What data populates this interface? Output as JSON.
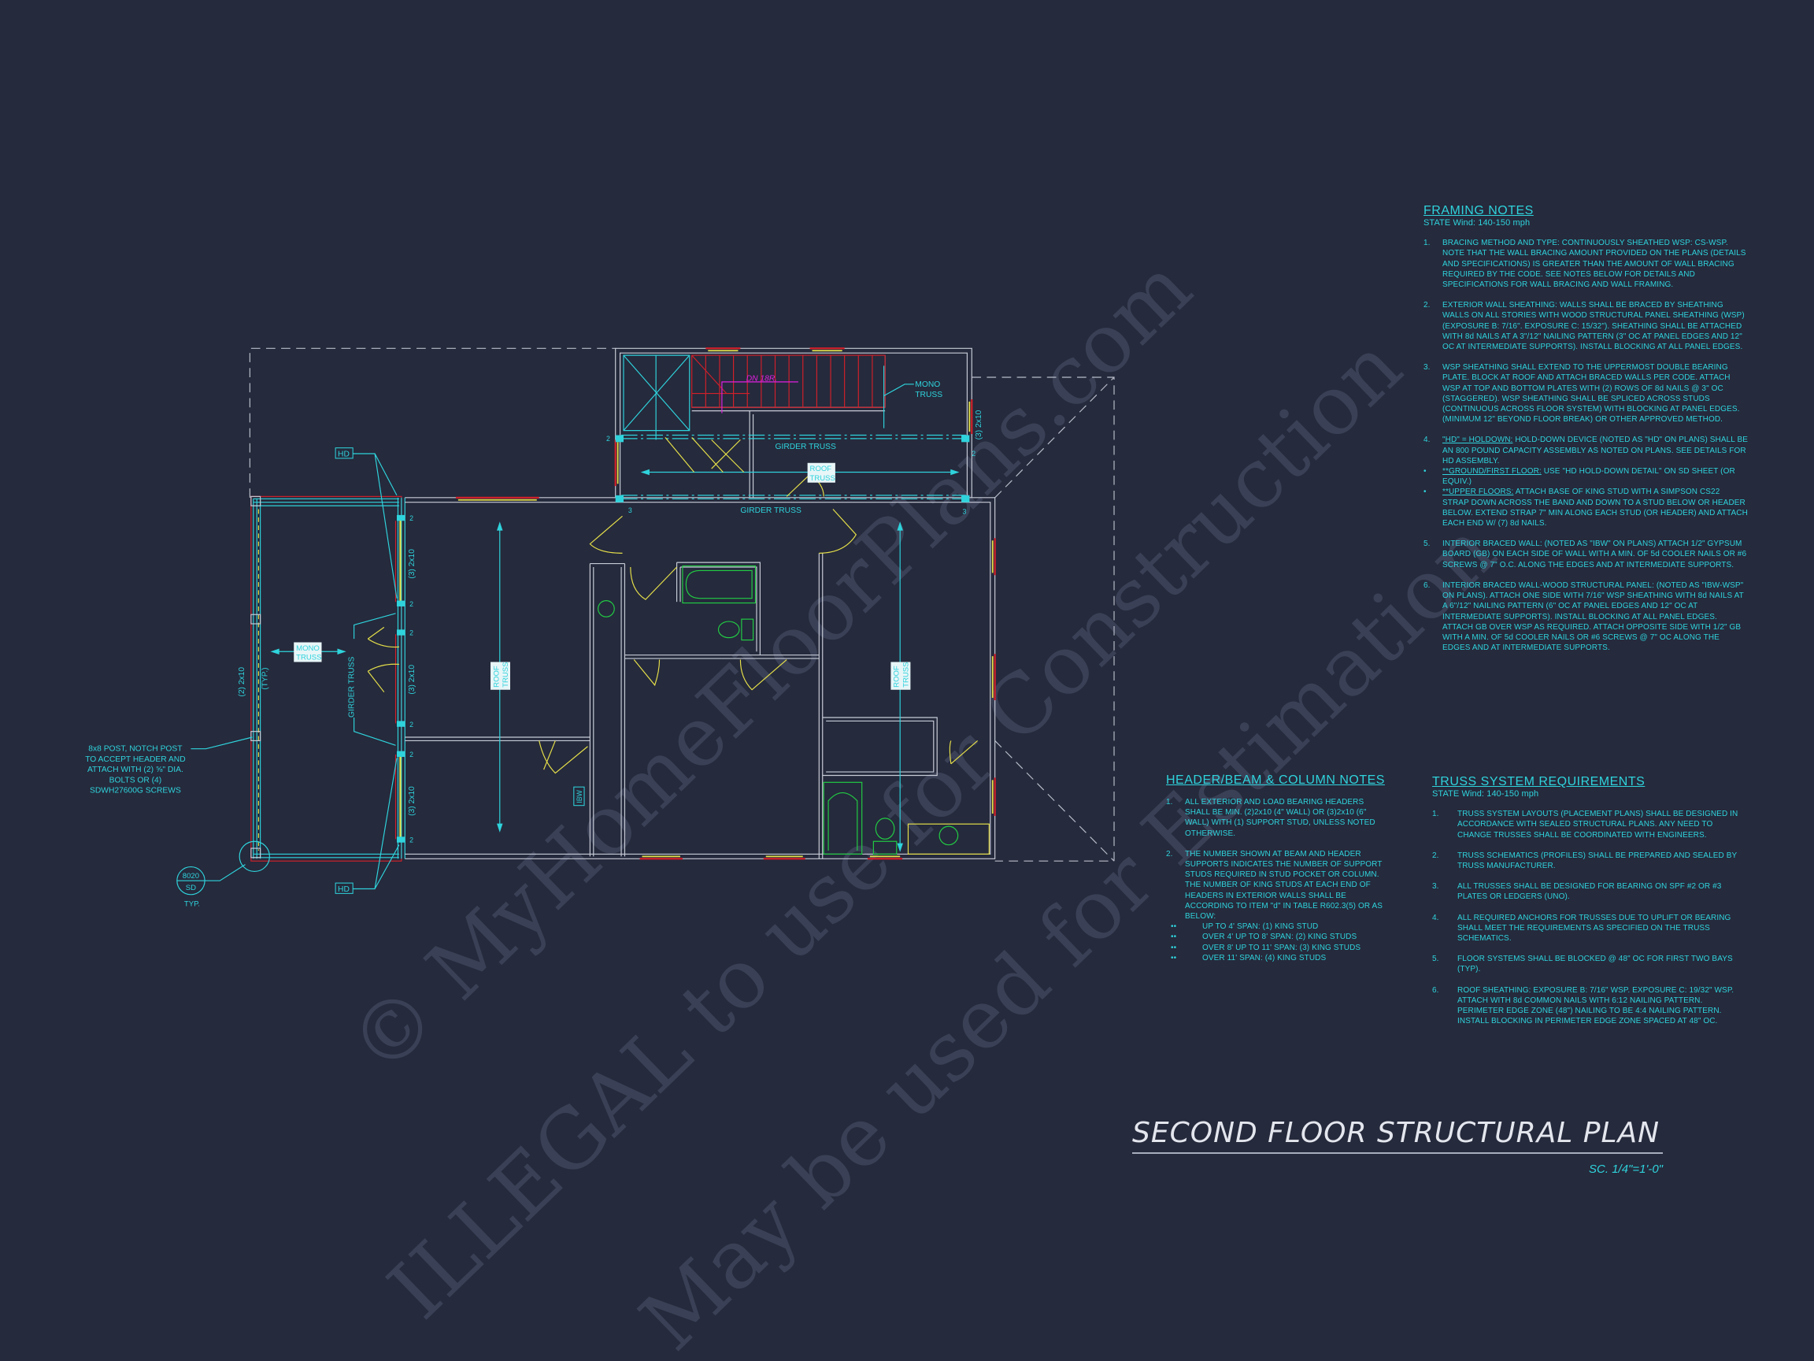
{
  "watermark": {
    "line1": "© MyHomeFloorPlans.com",
    "line2": "ILLEGAL to use for Construction",
    "line3": "May be used for Estimation"
  },
  "colors": {
    "background": "#252a3c",
    "annotation": "#2fd3dc",
    "walls": "#c8ccd8",
    "windows_red": "#d0202a",
    "openings_yellow": "#e6e04a",
    "fixtures_green": "#22cc44",
    "stair_note_magenta": "#e020e0"
  },
  "plan": {
    "hd": "HD",
    "three_2x10": "(3) 2x10",
    "two_2x10": "(2) 2x10",
    "typ_paren": "(TYP.)",
    "mono_truss_1": "MONO",
    "mono_truss_2": "TRUSS",
    "girder_truss": "GIRDER TRUSS",
    "roof_1": "ROOF",
    "roof_2": "TRUSS",
    "stair_note": "DN 18R.",
    "ibw": "IBW",
    "stud_2": "2",
    "stud_3": "3",
    "post_note": [
      "8x8 POST, NOTCH POST",
      "TO ACCEPT HEADER AND",
      "ATTACH WITH (2) ⅝\" DIA.",
      "BOLTS OR (4)",
      "SDWH27600G SCREWS"
    ],
    "detail_callout_top": "8020",
    "detail_callout_bottom": "SD",
    "typ": "TYP."
  },
  "framing_notes": {
    "heading": "FRAMING NOTES",
    "subheading": "STATE Wind: 140-150 mph",
    "items": [
      {
        "num": "1.",
        "lead": "",
        "text": "BRACING METHOD AND TYPE: CONTINUOUSLY SHEATHED WSP: CS-WSP. NOTE THAT THE WALL BRACING AMOUNT PROVIDED ON THE PLANS (DETAILS AND SPECIFICATIONS) IS GREATER THAN THE AMOUNT OF WALL BRACING REQUIRED BY THE CODE. SEE NOTES BELOW FOR DETAILS AND SPECIFICATIONS FOR WALL BRACING AND WALL FRAMING."
      },
      {
        "num": "2.",
        "lead": "",
        "text": "EXTERIOR WALL SHEATHING: WALLS SHALL BE BRACED BY SHEATHING WALLS ON ALL STORIES WITH WOOD STRUCTURAL PANEL SHEATHING (WSP) (EXPOSURE B: 7/16\". EXPOSURE C: 15/32\"). SHEATHING SHALL BE ATTACHED WITH 8d NAILS AT A 3\"/12\" NAILING PATTERN (3\" OC AT PANEL EDGES AND 12\" OC AT INTERMEDIATE SUPPORTS). INSTALL BLOCKING AT ALL PANEL EDGES."
      },
      {
        "num": "3.",
        "lead": "",
        "text": "WSP SHEATHING SHALL EXTEND TO THE UPPERMOST DOUBLE BEARING PLATE. BLOCK AT ROOF AND ATTACH BRACED WALLS PER CODE. ATTACH WSP AT TOP AND BOTTOM PLATES WITH (2) ROWS OF 8d NAILS @ 3\" OC (STAGGERED). WSP SHEATHING SHALL BE SPLICED ACROSS STUDS (CONTINUOUS ACROSS FLOOR SYSTEM) WITH BLOCKING AT PANEL EDGES. (MINIMUM 12\" BEYOND FLOOR BREAK) OR OTHER APPROVED METHOD."
      },
      {
        "num": "4.",
        "lead": "\"HD\" = HOLDOWN:",
        "text": " HOLD-DOWN DEVICE (NOTED AS \"HD\" ON PLANS) SHALL BE AN 800 POUND CAPACITY ASSEMBLY AS NOTED ON PLANS. SEE DETAILS FOR HD ASSEMBLY.",
        "tight": true
      },
      {
        "num": "•",
        "lead": "**GROUND/FIRST FLOOR:",
        "text": "  USE \"HD HOLD-DOWN DETAIL\" ON SD SHEET (OR EQUIV.)",
        "tight": true
      },
      {
        "num": "•",
        "lead": "**UPPER FLOORS:",
        "text": " ATTACH BASE OF KING STUD WITH A SIMPSON CS22 STRAP DOWN ACROSS THE BAND AND DOWN TO A STUD BELOW OR HEADER BELOW. EXTEND STRAP 7\" MIN ALONG EACH STUD (OR HEADER) AND ATTACH EACH END W/ (7) 8d NAILS."
      },
      {
        "num": "5.",
        "lead": "",
        "text": "INTERIOR BRACED WALL: (NOTED AS \"IBW\" ON PLANS) ATTACH 1/2\" GYPSUM BOARD (GB) ON EACH SIDE OF WALL WITH A MIN. OF 5d COOLER NAILS OR #6 SCREWS @ 7\" O.C. ALONG THE EDGES AND AT INTERMEDIATE SUPPORTS."
      },
      {
        "num": "6.",
        "lead": "",
        "text": "INTERIOR BRACED WALL-WOOD STRUCTURAL PANEL: (NOTED AS \"IBW-WSP\" ON PLANS). ATTACH ONE SIDE WITH 7/16\" WSP SHEATHING WITH 8d NAILS AT A 6\"/12\" NAILING PATTERN (6\" OC AT PANEL EDGES AND 12\" OC AT INTERMEDIATE SUPPORTS). INSTALL BLOCKING AT ALL PANEL EDGES. ATTACH GB OVER WSP AS REQUIRED. ATTACH OPPOSITE SIDE WITH 1/2\" GB WITH A MIN. OF 5d COOLER NAILS OR #6 SCREWS @ 7\" OC ALONG THE EDGES AND AT INTERMEDIATE SUPPORTS."
      }
    ]
  },
  "header_notes": {
    "heading": "HEADER/BEAM & COLUMN NOTES",
    "items": [
      {
        "num": "1.",
        "text": "ALL EXTERIOR AND LOAD BEARING HEADERS SHALL BE MIN. (2)2x10 (4\" WALL) OR (3)2x10 (6\" WALL) WITH (1) SUPPORT STUD, UNLESS NOTED OTHERWISE."
      },
      {
        "num": "2.",
        "text": "THE NUMBER SHOWN AT BEAM AND HEADER SUPPORTS INDICATES THE NUMBER OF SUPPORT STUDS REQUIRED IN STUD POCKET OR COLUMN. THE NUMBER OF KING STUDS AT EACH END OF HEADERS IN EXTERIOR WALLS SHALL BE ACCORDING TO ITEM \"d\" IN TABLE R602.3(5) OR AS BELOW:"
      }
    ],
    "bullets": [
      "UP TO 4' SPAN: (1) KING STUD",
      "OVER 4' UP TO 8' SPAN: (2) KING STUDS",
      "OVER 8' UP TO 11' SPAN: (3) KING STUDS",
      "OVER 11' SPAN: (4) KING STUDS"
    ],
    "bullet_mark": "••"
  },
  "truss_notes": {
    "heading": "TRUSS SYSTEM REQUIREMENTS",
    "subheading": "STATE Wind: 140-150 mph",
    "items": [
      {
        "num": "1.",
        "text": "TRUSS SYSTEM LAYOUTS (PLACEMENT PLANS) SHALL BE DESIGNED IN ACCORDANCE WITH SEALED STRUCTURAL PLANS. ANY NEED TO CHANGE TRUSSES SHALL BE COORDINATED WITH ENGINEERS."
      },
      {
        "num": "2.",
        "text": "TRUSS SCHEMATICS (PROFILES) SHALL BE PREPARED AND SEALED BY TRUSS MANUFACTURER."
      },
      {
        "num": "3.",
        "text": "ALL TRUSSES SHALL BE DESIGNED FOR BEARING ON SPF #2 OR #3 PLATES OR LEDGERS (UNO)."
      },
      {
        "num": "4.",
        "text": "ALL REQUIRED ANCHORS FOR TRUSSES DUE TO UPLIFT OR BEARING SHALL MEET THE REQUIREMENTS AS SPECIFIED ON THE TRUSS SCHEMATICS."
      },
      {
        "num": "5.",
        "text": "FLOOR SYSTEMS SHALL BE BLOCKED @ 48\" OC FOR FIRST TWO BAYS (TYP)."
      },
      {
        "num": "6.",
        "text": "ROOF SHEATHING: EXPOSURE B: 7/16\" WSP. EXPOSURE C: 19/32\" WSP. ATTACH WITH 8d COMMON NAILS WITH 6:12 NAILING PATTERN. PERIMETER EDGE ZONE (48\") NAILING TO BE 4:4 NAILING PATTERN. INSTALL BLOCKING IN PERIMETER EDGE ZONE SPACED AT 48\" OC."
      }
    ]
  },
  "title": {
    "text": "SECOND FLOOR STRUCTURAL PLAN",
    "scale": "SC. 1/4\"=1'-0\""
  }
}
